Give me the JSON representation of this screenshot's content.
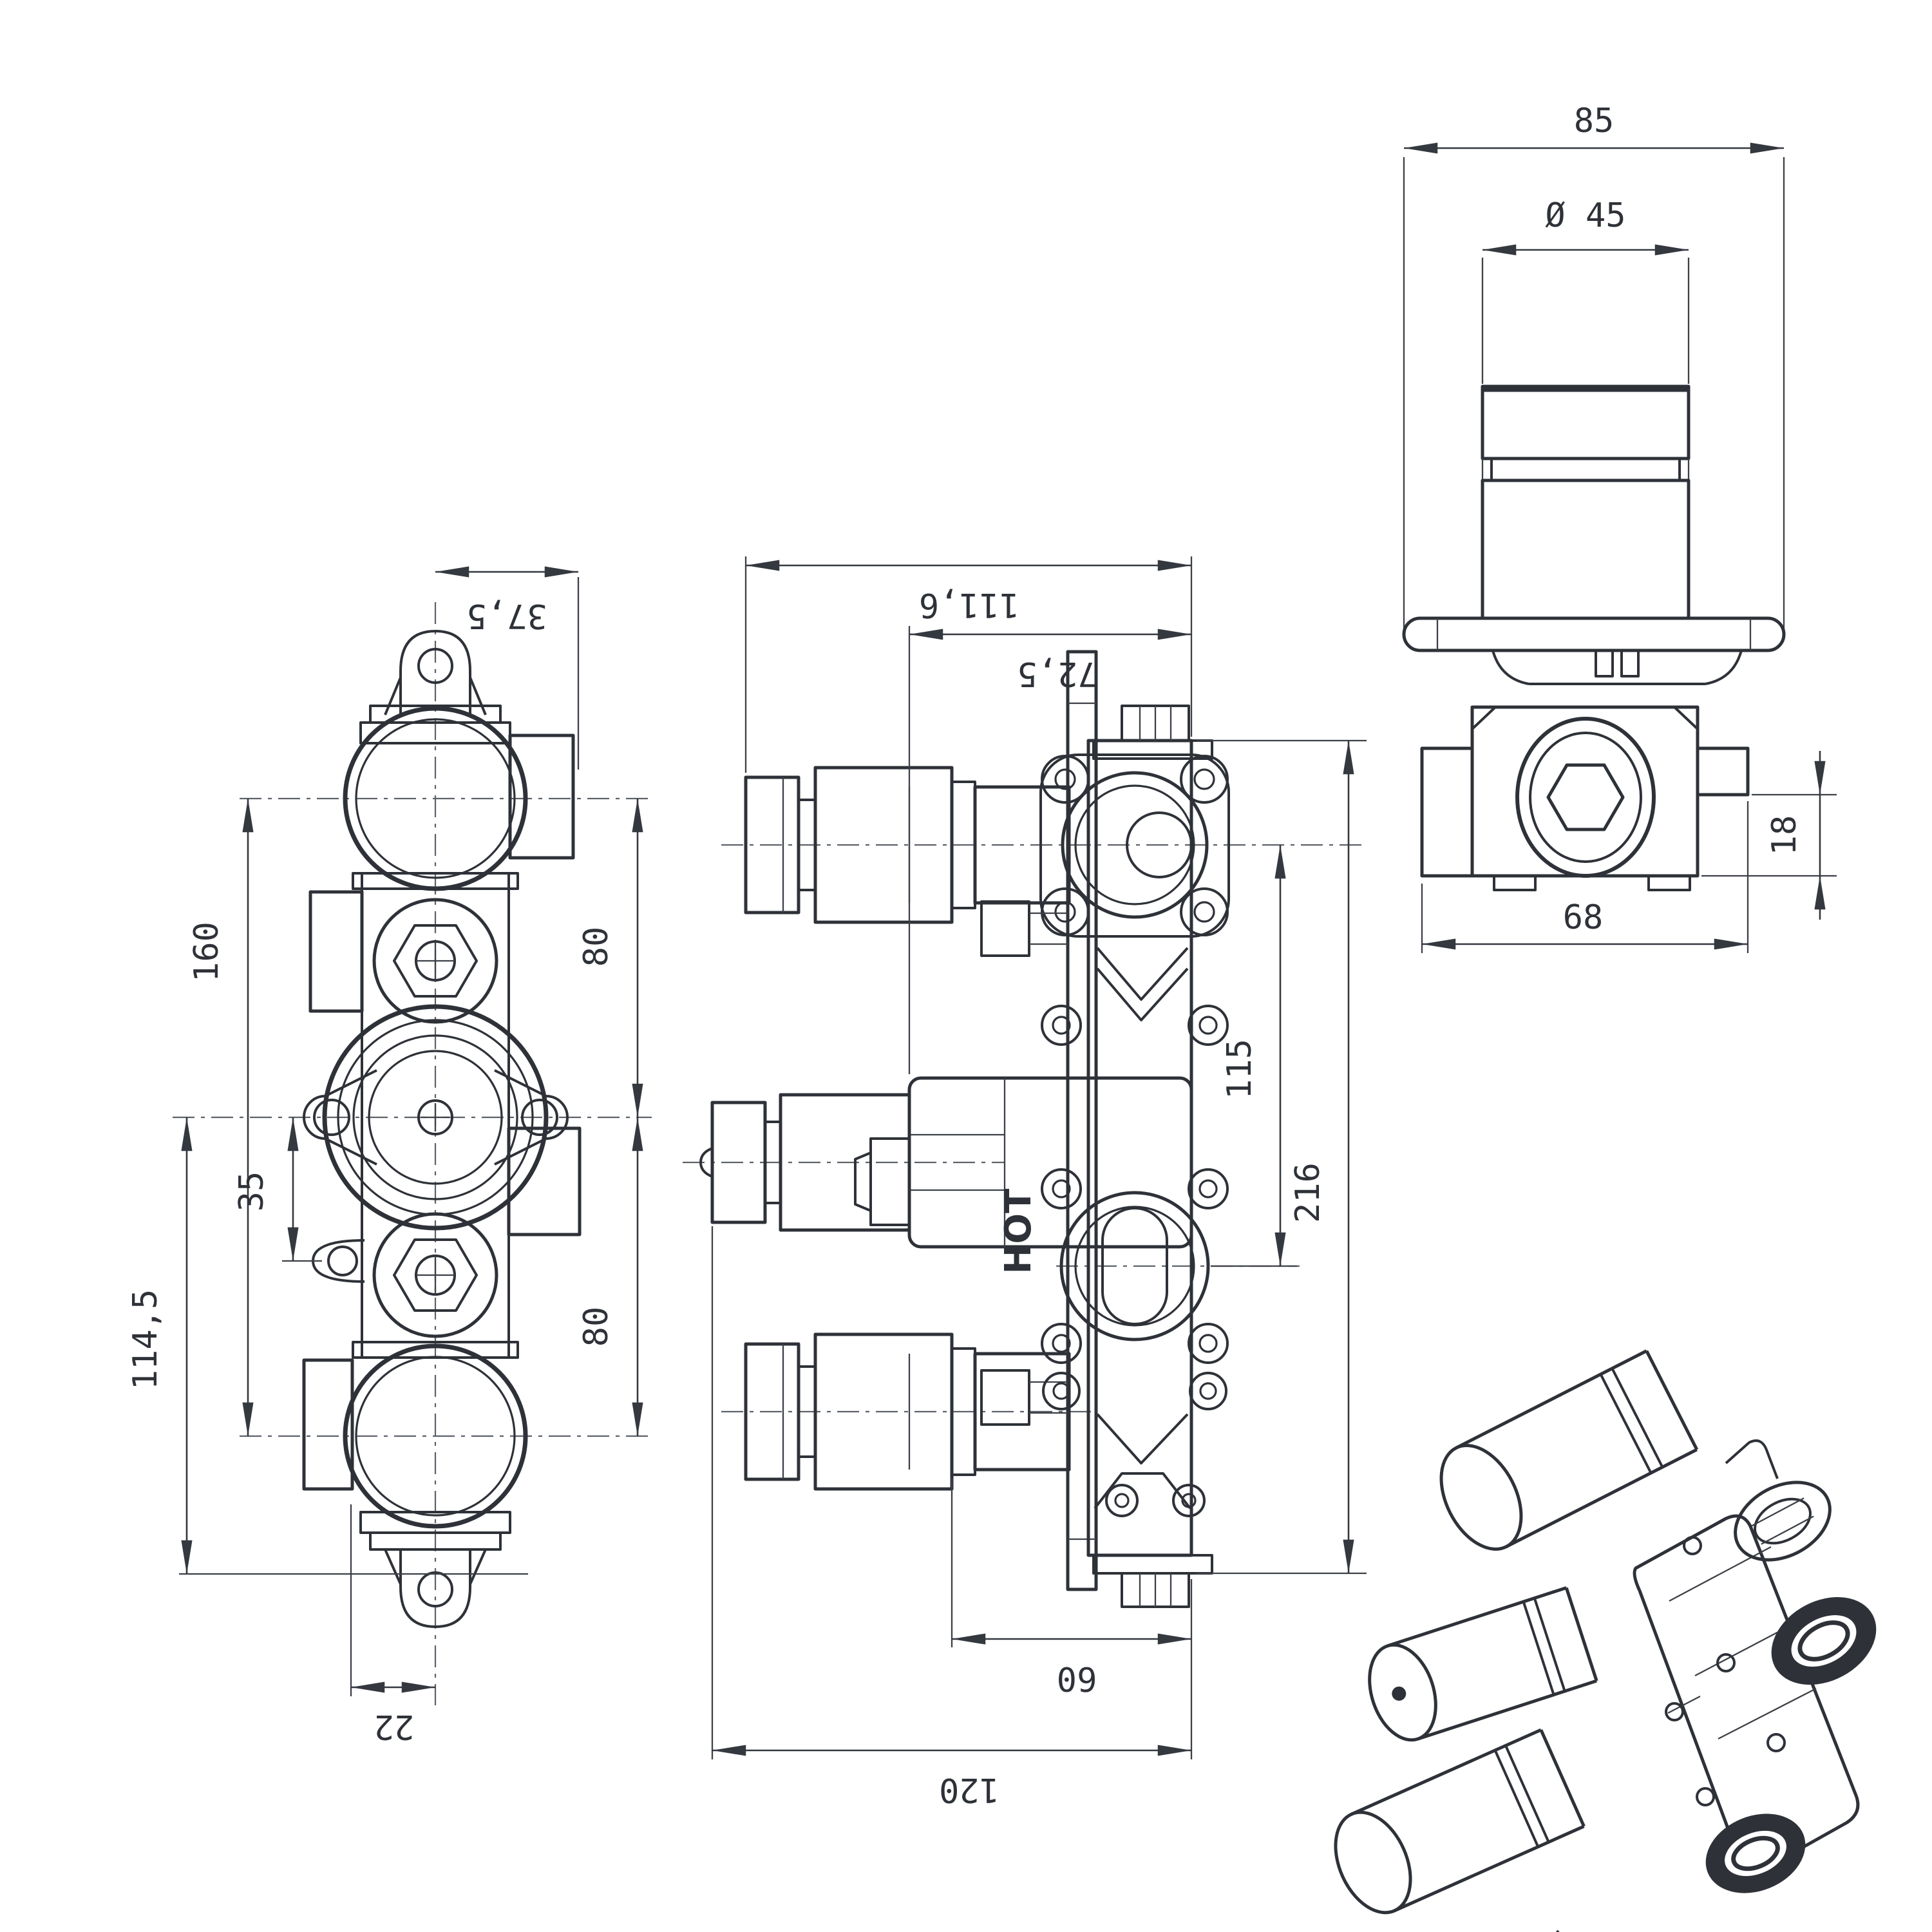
{
  "drawing": {
    "type": "technical-dimension-drawing",
    "subject": "triple thermostatic shower valve rough-in body",
    "colors": {
      "line": "#2e3238",
      "dim_line": "#34383f",
      "background": "#ffffff"
    },
    "views": {
      "side": {
        "dims": {
          "d37_5": "37,5",
          "d160": "160",
          "d35": "35",
          "d114_5": "114,5",
          "d22": "22",
          "d80_top": "80",
          "d80_bottom": "80"
        }
      },
      "front": {
        "hot_label": "HOT",
        "dims": {
          "d111_6": "111,6",
          "d72_5": "72,5",
          "d115": "115",
          "d216": "216",
          "d60": "60",
          "d120": "120"
        }
      },
      "top": {
        "dims": {
          "d85": "85",
          "d45": "Ø 45",
          "d18": "18",
          "d68": "68"
        }
      }
    }
  }
}
